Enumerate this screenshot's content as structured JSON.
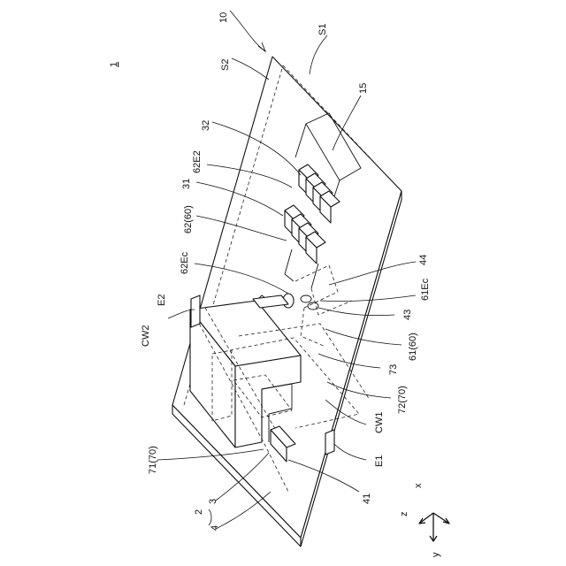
{
  "labels": {
    "assembly": "1",
    "board": "10",
    "s1": "S1",
    "s2": "S2",
    "part15": "15",
    "part32": "32",
    "part62e2": "62E2",
    "part31": "31",
    "part62_60": "62(60)",
    "part62ec": "62Ec",
    "part44": "44",
    "part61ec": "61Ec",
    "part43": "43",
    "part61_60": "61(60)",
    "part73": "73",
    "part72_70": "72(70)",
    "cw1": "CW1",
    "e1": "E1",
    "part41": "41",
    "e2": "E2",
    "cw2": "CW2",
    "part71_70": "71(70)",
    "part3": "3",
    "part2": "2",
    "part4": "4",
    "axis_x": "x",
    "axis_y": "y",
    "axis_z": "z"
  }
}
